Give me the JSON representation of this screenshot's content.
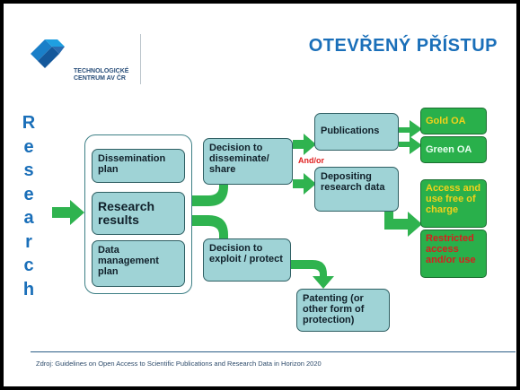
{
  "header": {
    "title": "OTEVŘENÝ PŘÍSTUP",
    "logo_line1": "TECHNOLOGICKÉ",
    "logo_line2": "CENTRUM AV ČR"
  },
  "side_word": [
    "R",
    "e",
    "s",
    "e",
    "a",
    "r",
    "c",
    "h"
  ],
  "diagram": {
    "dissemination_plan": "Dissemination plan",
    "research_results": "Research results",
    "data_management_plan": "Data management plan",
    "decision_share": "Decision to disseminate/ share",
    "decision_exploit": "Decision to exploit / protect",
    "and_or": "And/or",
    "publications": "Publications",
    "depositing": "Depositing research data",
    "patenting": "Patenting (or other form of protection)",
    "gold_oa": "Gold OA",
    "green_oa": "Green OA",
    "access_free": "Access and use free of charge",
    "restricted": "Restricted access and/or use"
  },
  "colors": {
    "title": "#1a6fb9",
    "box_fill": "#9fd3d6",
    "green": "#29b04b",
    "gold_text": "#f2d21a",
    "access_text": "#f2d21a",
    "restricted_text": "#d81e1e"
  },
  "footer": {
    "source": "Zdroj: Guidelines on Open Access  to Scientific Publications and Research Data  in Horizon 2020"
  }
}
